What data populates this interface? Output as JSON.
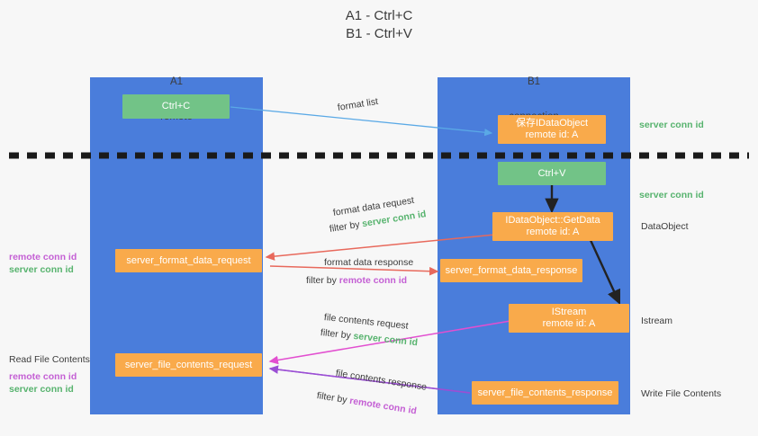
{
  "title": "A1 - Ctrl+C\nB1 - Ctrl+V",
  "colors": {
    "background": "#f7f7f7",
    "lane": "#4a7ddb",
    "node_orange": "#f9aa4b",
    "node_green": "#72c387",
    "accent_green_text": "#57b36e",
    "accent_purple_text": "#c45fd4",
    "arrow_blue": "#5aa9e6",
    "arrow_red": "#e8695c",
    "arrow_magenta": "#e24fd0",
    "arrow_purple": "#9b4fd4",
    "arrow_dark": "#222222",
    "divider": "#1a1a1a"
  },
  "columns": [
    {
      "name": "A1",
      "sub": "remote"
    },
    {
      "name": "B1",
      "sub": "connection"
    }
  ],
  "nodes": {
    "ctrl_c": {
      "line1": "Ctrl+C",
      "line2": ""
    },
    "save_idataobject": {
      "line1": "保存IDataObject",
      "line2": "remote id: A"
    },
    "ctrl_v": {
      "line1": "Ctrl+V",
      "line2": ""
    },
    "getdata": {
      "line1": "IDataObject::GetData",
      "line2": "remote id: A"
    },
    "istream": {
      "line1": "IStream",
      "line2": "remote id: A"
    },
    "format_data_request": {
      "line1": "server_format_data_request",
      "line2": ""
    },
    "format_data_response": {
      "line1": "server_format_data_response",
      "line2": ""
    },
    "file_contents_request": {
      "line1": "server_file_contents_request",
      "line2": ""
    },
    "file_contents_response": {
      "line1": "server_file_contents_response",
      "line2": ""
    }
  },
  "annotations": {
    "format_list": "format list",
    "format_data_request": "format data request",
    "format_data_request_filter_prefix": "filter by ",
    "format_data_request_filter_key": "server conn id",
    "format_data_response": "format data response",
    "format_data_response_filter_prefix": "filter by ",
    "format_data_response_filter_key": "remote conn id",
    "file_contents_request": "file contents request",
    "file_contents_request_filter_prefix": "filter by ",
    "file_contents_request_filter_key": "server conn id",
    "file_contents_response": "file contents response",
    "file_contents_response_filter_prefix": "filter by ",
    "file_contents_response_filter_key": "remote conn id"
  },
  "right_labels": {
    "server_conn_id_top": "server conn id",
    "server_conn_id_mid": "server conn id",
    "dataobject": "DataObject",
    "istream": "Istream",
    "write_file_contents": "Write File Contents"
  },
  "left_labels": {
    "remote_conn_id_1": "remote conn id",
    "server_conn_id_1": "server conn id",
    "read_file_contents": "Read File Contents",
    "remote_conn_id_2": "remote conn id",
    "server_conn_id_2": "server conn id"
  }
}
